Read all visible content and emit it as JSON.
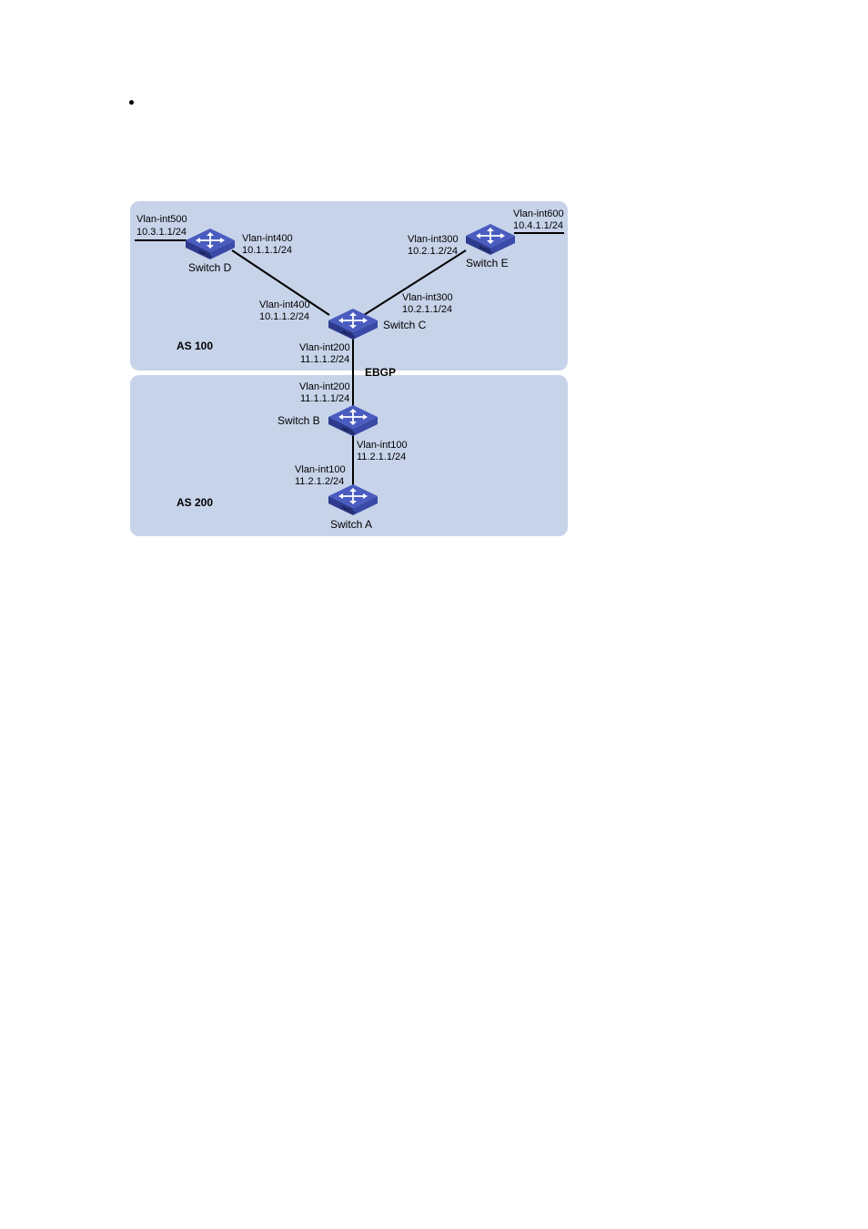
{
  "page": {
    "bullet_text": ""
  },
  "colors": {
    "as_region_fill": "#c7d3e9",
    "switch_top": "#4a5cc0",
    "switch_side": "#2d3a8e",
    "link": "#000000"
  },
  "diagram": {
    "regions": {
      "as100": "AS 100",
      "as200": "AS 200"
    },
    "ebgp_label": "EBGP",
    "switches": {
      "a": {
        "name": "Switch A",
        "icon": "switch-icon"
      },
      "b": {
        "name": "Switch B",
        "icon": "switch-icon"
      },
      "c": {
        "name": "Switch C",
        "icon": "switch-icon"
      },
      "d": {
        "name": "Switch D",
        "icon": "switch-icon"
      },
      "e": {
        "name": "Switch E",
        "icon": "switch-icon"
      }
    },
    "interfaces": {
      "d_out": {
        "name": "Vlan-int500",
        "ip": "10.3.1.1/24"
      },
      "d_to_c": {
        "name": "Vlan-int400",
        "ip": "10.1.1.1/24"
      },
      "c_to_d": {
        "name": "Vlan-int400",
        "ip": "10.1.1.2/24"
      },
      "e_to_c": {
        "name": "Vlan-int300",
        "ip": "10.2.1.2/24"
      },
      "e_out": {
        "name": "Vlan-int600",
        "ip": "10.4.1.1/24"
      },
      "c_to_e": {
        "name": "Vlan-int300",
        "ip": "10.2.1.1/24"
      },
      "c_to_b": {
        "name": "Vlan-int200",
        "ip": "11.1.1.2/24"
      },
      "b_to_c": {
        "name": "Vlan-int200",
        "ip": "11.1.1.1/24"
      },
      "b_to_a": {
        "name": "Vlan-int100",
        "ip": "11.2.1.1/24"
      },
      "a_to_b": {
        "name": "Vlan-int100",
        "ip": "11.2.1.2/24"
      }
    }
  }
}
